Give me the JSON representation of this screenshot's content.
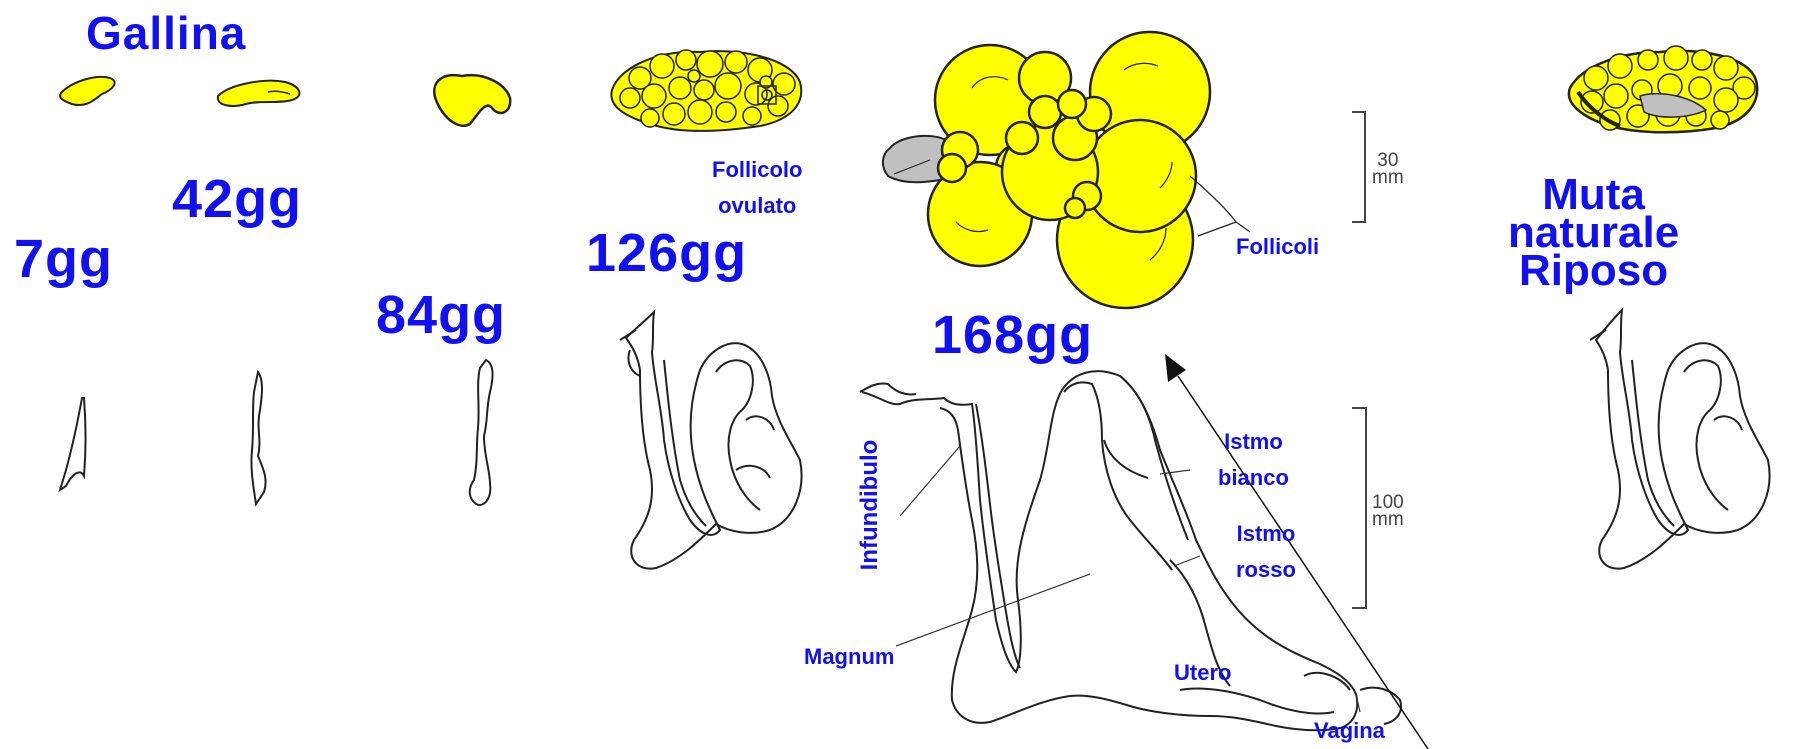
{
  "title": "Gallina",
  "ages": {
    "d7": "7gg",
    "d42": "42gg",
    "d84": "84gg",
    "d126": "126gg",
    "d168": "168gg"
  },
  "moult": {
    "line1": "Muta",
    "line2": "naturale",
    "line3": "Riposo"
  },
  "ovary_labels": {
    "follicolo_1": "Follicolo",
    "follicolo_2": "ovulato",
    "follicoli": "Follicoli"
  },
  "oviduct_labels": {
    "infundibulo": "Infundibulo",
    "magnum": "Magnum",
    "istmo_bianco_1": "Istmo",
    "istmo_bianco_2": "bianco",
    "istmo_rosso_1": "Istmo",
    "istmo_rosso_2": "rosso",
    "utero": "Utero",
    "vagina": "Vagina"
  },
  "scale_bars": {
    "ovary_value": "30",
    "ovary_unit": "mm",
    "oviduct_value": "100",
    "oviduct_unit": "mm"
  },
  "colors": {
    "label_blue": "#1010f0",
    "follicle_yellow": "#ffff00",
    "outline": "#222222",
    "ovulated_gray": "#c0c0c0"
  }
}
